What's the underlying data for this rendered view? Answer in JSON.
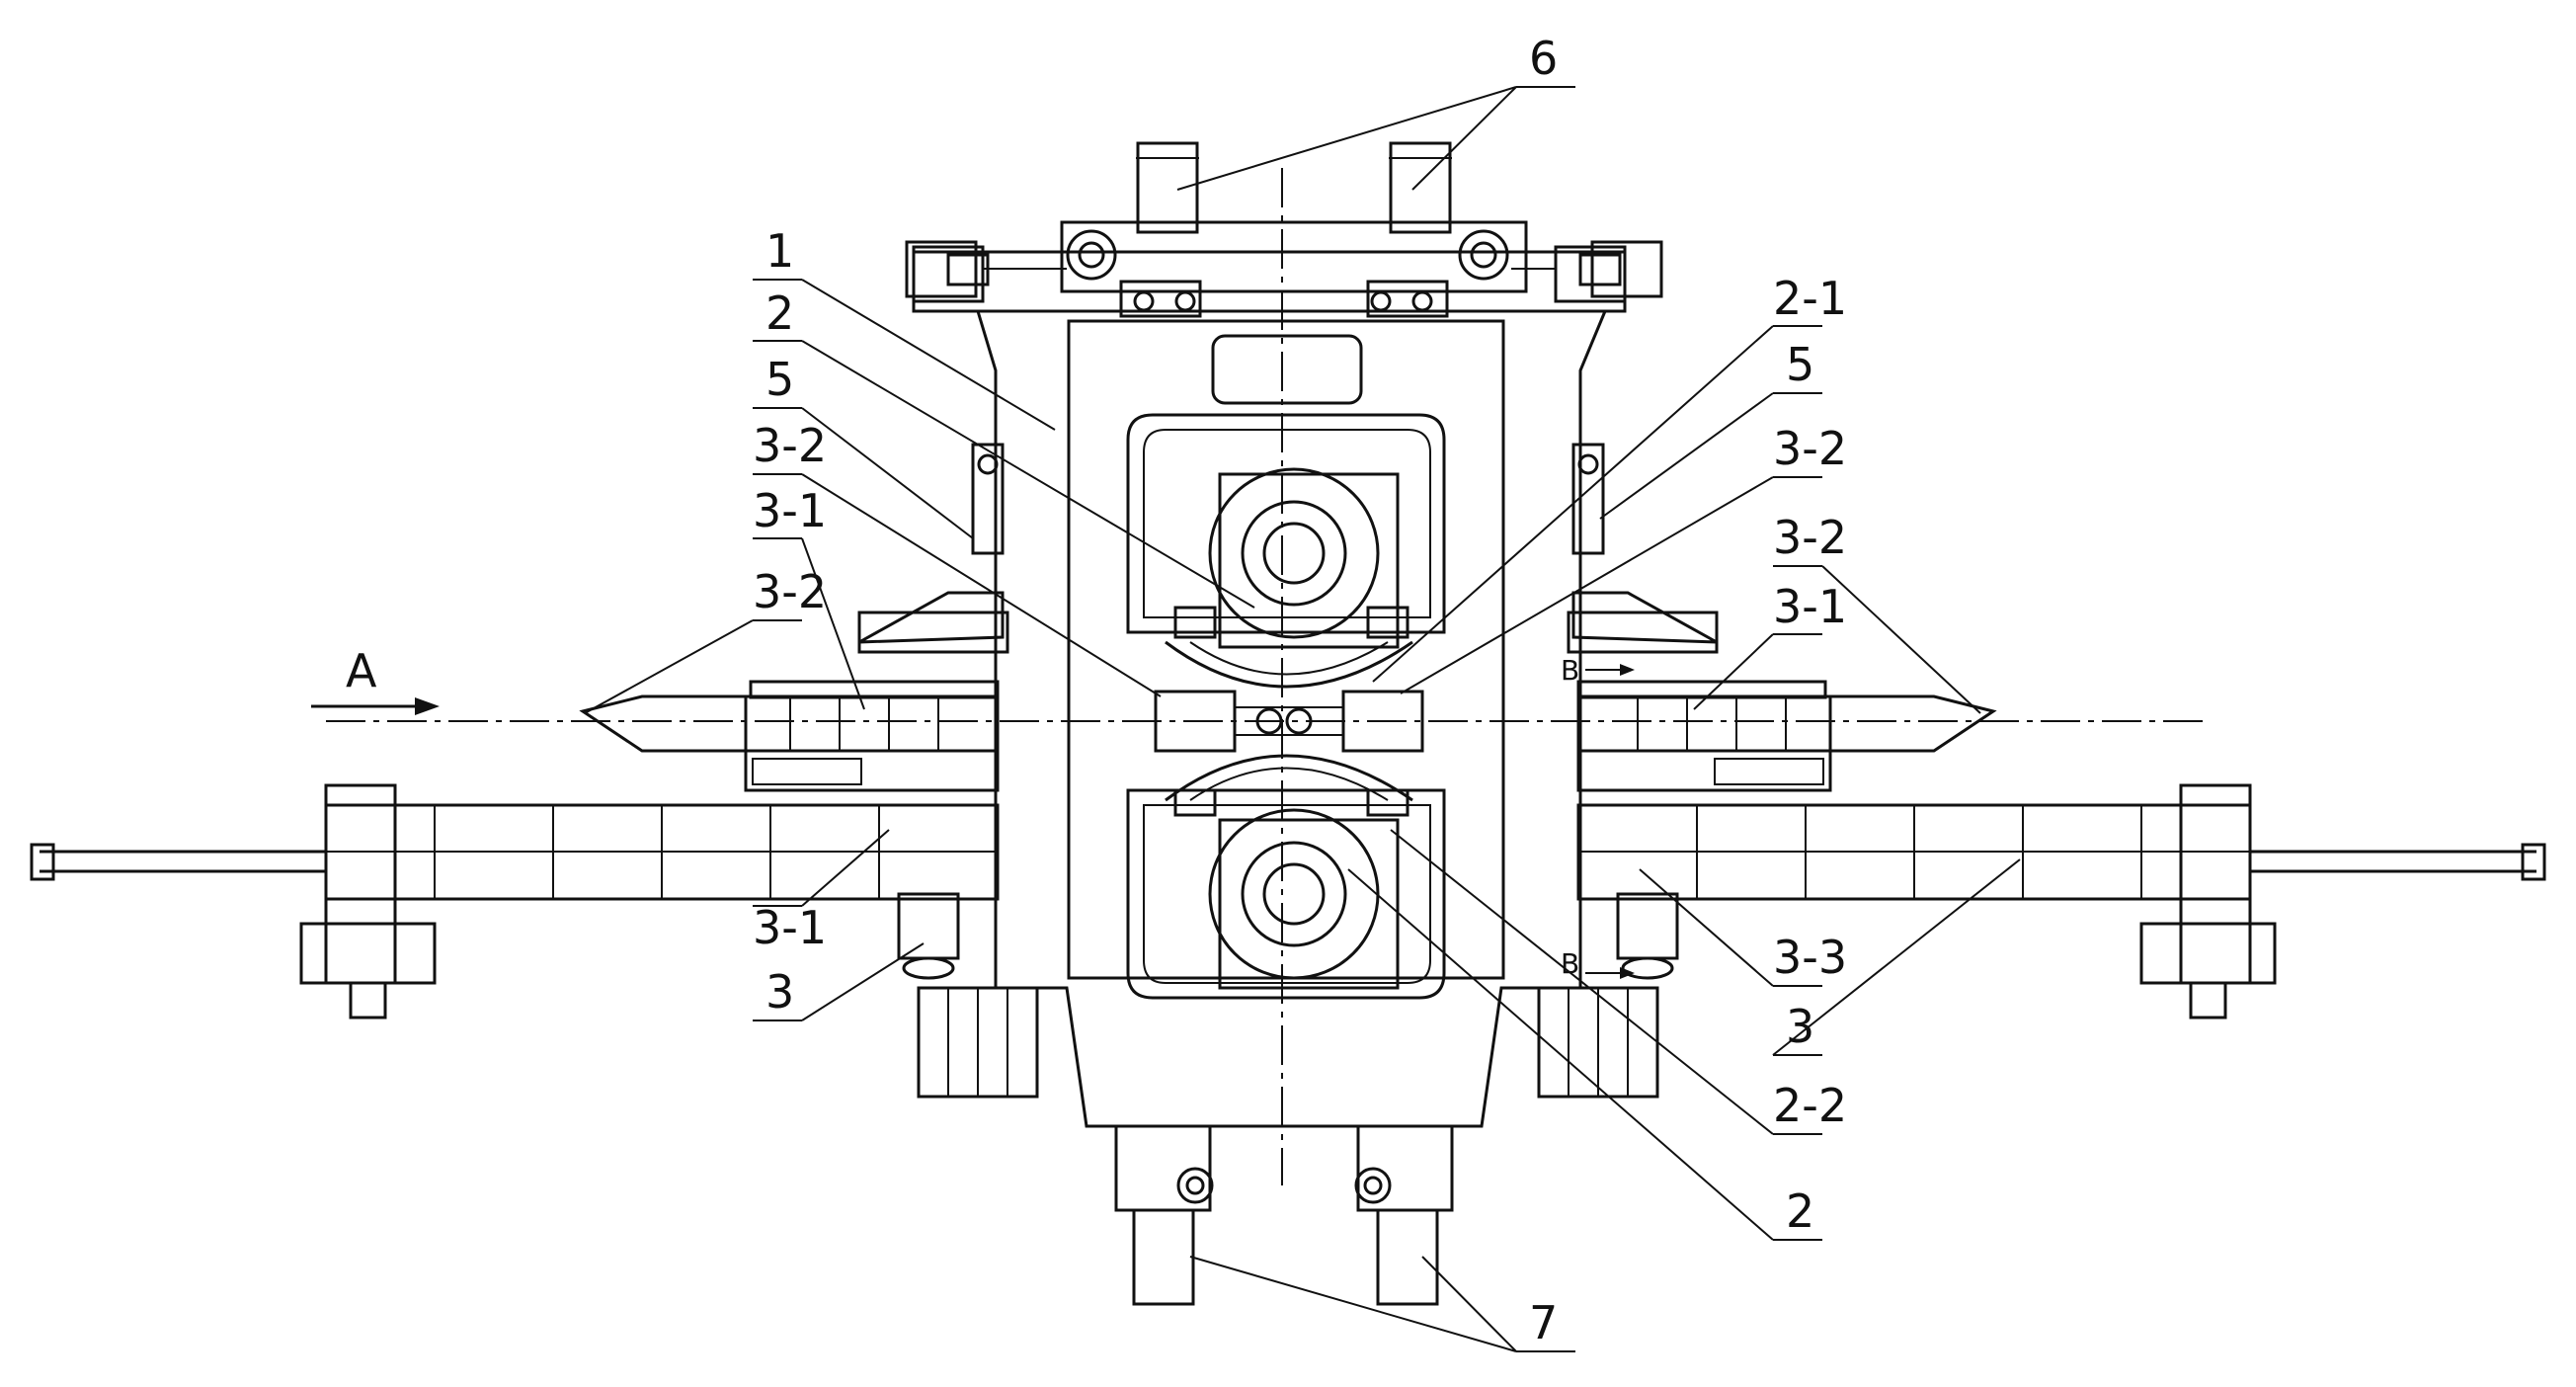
{
  "callouts": {
    "c6": "6",
    "c1": "1",
    "c2_top": "2",
    "c5_left": "5",
    "c3_2_left_a": "3-2",
    "c3_1_left_a": "3-1",
    "c3_2_left_b": "3-2",
    "c3_1_left_b": "3-1",
    "c3_left": "3",
    "c2_1": "2-1",
    "c5_right": "5",
    "c3_2_right_a": "3-2",
    "c3_2_right_b": "3-2",
    "c3_1_right": "3-1",
    "c3_3": "3-3",
    "c3_right": "3",
    "c2_2": "2-2",
    "c2_bottom": "2",
    "c7": "7"
  },
  "view_marks": {
    "view_a": "A",
    "section_b_top": "B",
    "section_b_bottom": "B"
  }
}
